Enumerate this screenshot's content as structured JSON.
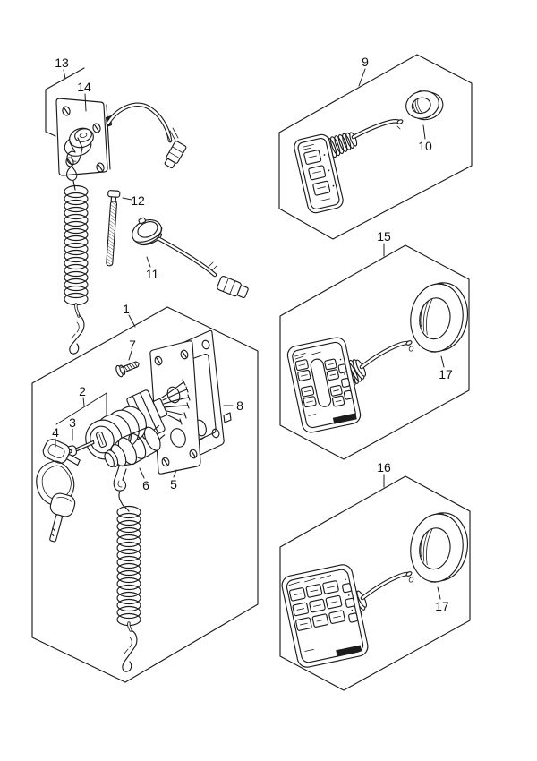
{
  "diagram": {
    "kind": "exploded-parts-line-diagram",
    "background_color": "#ffffff",
    "line_color": "#1c1c1c",
    "callouts": [
      {
        "label": "1",
        "part": "switch-panel-assembly-box"
      },
      {
        "label": "2",
        "part": "ignition-switch-assembly"
      },
      {
        "label": "3",
        "part": "key-blank"
      },
      {
        "label": "4",
        "part": "keys-with-lanyard-ring"
      },
      {
        "label": "5",
        "part": "front-mounting-plate"
      },
      {
        "label": "6",
        "part": "emergency-stop-switch"
      },
      {
        "label": "7",
        "part": "tapping-screw"
      },
      {
        "label": "8",
        "part": "rear-gasket-plate"
      },
      {
        "label": "9",
        "part": "rocker-panel-switch"
      },
      {
        "label": "10",
        "part": "small-ring-nut"
      },
      {
        "label": "11",
        "part": "stop-switch-cap-with-lead"
      },
      {
        "label": "12",
        "part": "long-screw"
      },
      {
        "label": "13",
        "part": "mounting-bracket"
      },
      {
        "label": "14",
        "part": "stop-switch-plate"
      },
      {
        "label": "15",
        "part": "keypad-switch-panel"
      },
      {
        "label": "16",
        "part": "keypad-switch-panel-wide"
      },
      {
        "label": "17",
        "part": "large-ring-nut"
      },
      {
        "label": "17",
        "part": "large-ring-nut"
      }
    ]
  }
}
